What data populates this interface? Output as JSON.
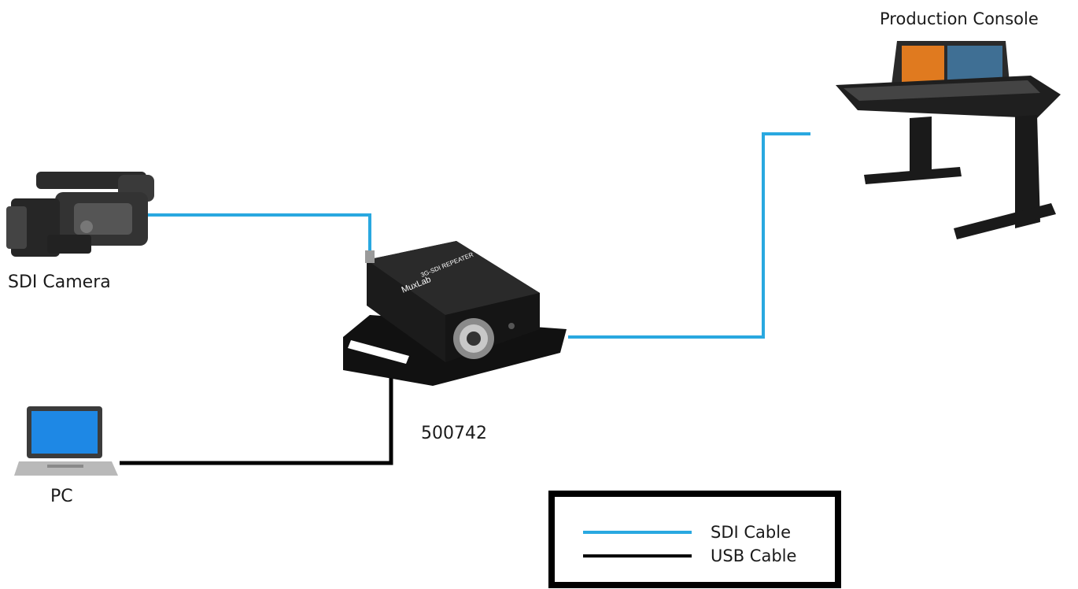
{
  "devices": {
    "console": {
      "label": "Production Console"
    },
    "camera": {
      "label": "SDI Camera"
    },
    "pc": {
      "label": "PC"
    },
    "repeater": {
      "model": "500742",
      "brand": "MuxLab",
      "print": "3G-SDI REPEATER"
    }
  },
  "legend": {
    "items": [
      {
        "label": "SDI Cable",
        "color": "#29a8e0"
      },
      {
        "label": "USB Cable",
        "color": "#000000"
      }
    ]
  },
  "colors": {
    "sdi": "#29a8e0",
    "usb": "#000000"
  }
}
